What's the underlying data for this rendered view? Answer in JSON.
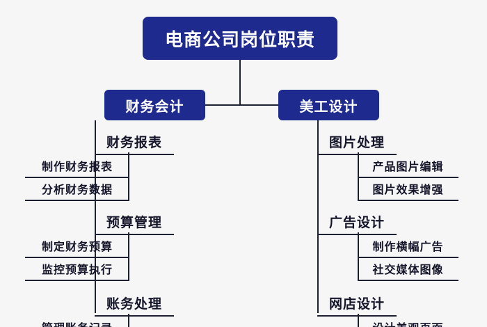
{
  "root": {
    "title": "电商公司岗位职责"
  },
  "branches": {
    "left": {
      "label": "财务会计",
      "sections": [
        {
          "label": "财务报表",
          "items": [
            "制作财务报表",
            "分析财务数据"
          ]
        },
        {
          "label": "预算管理",
          "items": [
            "制定财务预算",
            "监控预算执行"
          ]
        },
        {
          "label": "账务处理",
          "items": [
            "管理账务记录"
          ]
        }
      ]
    },
    "right": {
      "label": "美工设计",
      "sections": [
        {
          "label": "图片处理",
          "items": [
            "产品图片编辑",
            "图片效果增强"
          ]
        },
        {
          "label": "广告设计",
          "items": [
            "制作横幅广告",
            "社交媒体图像"
          ]
        },
        {
          "label": "网店设计",
          "items": [
            "设计美观页面"
          ]
        }
      ]
    }
  },
  "colors": {
    "node_background": "#1e2a8e",
    "node_text": "#ffffff",
    "connector_line": "#1c2030",
    "canvas_background": "#f6f6f7",
    "topic_text": "#15152a"
  }
}
